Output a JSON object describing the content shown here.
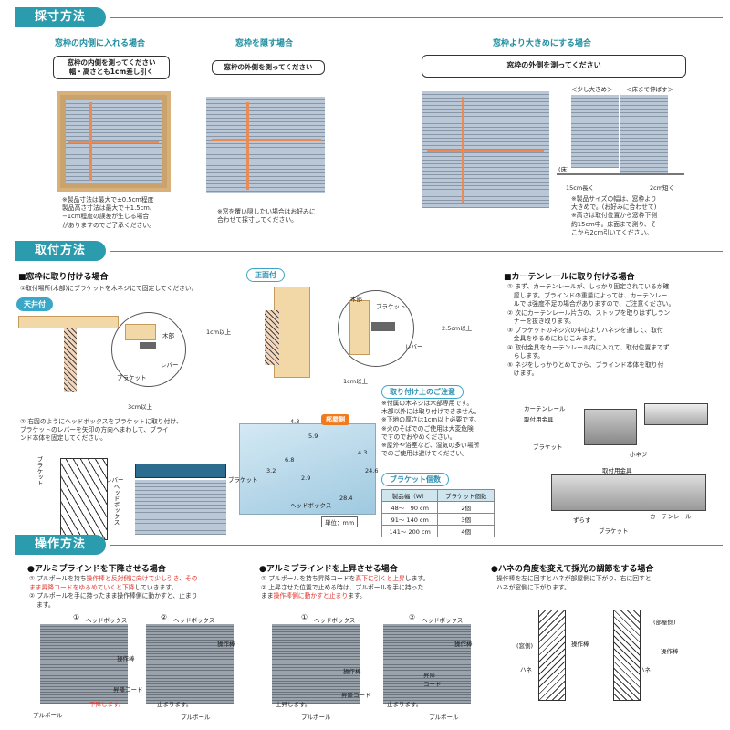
{
  "sections": {
    "measure": "採寸方法",
    "install": "取付方法",
    "operate": "操作方法"
  },
  "measure": {
    "inside": {
      "heading": "窓枠の内側に入れる場合",
      "box_line1": "窓枠の内側を測ってください",
      "box_line2": "幅・高さとも1cm差し引く",
      "note": "※製品寸法は最大で±0.5cm程度\n製品高さ寸法は最大で＋1.5cm、\n−1cm程度の誤差が生じる場合\nがありますのでご了承ください。"
    },
    "hide": {
      "heading": "窓枠を隠す場合",
      "box_line1": "窓枠の外側を測ってください",
      "note": "※窓を覆い隠したい場合はお好みに\n合わせて採寸してください。"
    },
    "larger": {
      "heading": "窓枠より大きめにする場合",
      "box_line1": "窓枠の外側を測ってください",
      "label_slightly": "＜少し大きめ＞",
      "label_floor": "＜床まで伸ばす＞",
      "label_15cm": "15cm長く",
      "label_2cm": "2cm短く",
      "label_floor_paren": "(床)",
      "note": "※製品サイズの幅は、窓枠より\n大きめで。(お好みに合わせて)\n※高さは取付位置から窓枠下側\n約15cm中。床面まで測り、そ\nこから2cm引いてください。"
    }
  },
  "install": {
    "window_frame": {
      "heading": "■窓枠に取り付ける場合",
      "step1": "①取付場所(木部)にブラケットを木ネジにて固定してください。",
      "ceiling_tag": "天井付",
      "front_tag": "正面付",
      "wood": "木部",
      "bracket": "ブラケット",
      "lever": "レバー",
      "dim_1cm_more": "1cm以上",
      "dim_3cm_more": "3cm以上",
      "dim_25cm_more": "2.5cm以上",
      "step2": "② 右図のようにヘッドボックスをブラケットに取り付け、\nブラケットのレバーを矢印の方向へまわして、ブライ\nンド本体を固定してください。",
      "bracket_v": "ブラケット",
      "headbox_v": "ヘッドボックス",
      "lever2": "レバー"
    },
    "caution": {
      "tag": "取り付け上のご注意",
      "text": "※付属の木ネジは木部専用です。\n木部以外には取り付けできません。\n※下地の厚さは1cm以上必要です。\n※火のそばでのご使用は大変危険\nですのでおやめください。\n※屋外や浴室など、湿気の多い場所\nでのご使用は避けてください。"
    },
    "room_side": "部屋側",
    "bracket_count": {
      "tag": "ブラケット個数",
      "header_width": "製品幅（W）",
      "header_count": "ブラケット個数",
      "rows": [
        {
          "w": "48〜　90 cm",
          "n": "2個"
        },
        {
          "w": "91〜 140 cm",
          "n": "3個"
        },
        {
          "w": "141〜 200 cm",
          "n": "4個"
        }
      ]
    },
    "unit": "単位：mm",
    "headbox": "ヘッドボックス",
    "bracket_lbl": "ブラケット",
    "dims": [
      "4.3",
      "5.9",
      "4.3",
      "3.2",
      "2.9",
      "28.4",
      "24.6",
      "6.8"
    ],
    "curtain_rail": {
      "heading": "■カーテンレールに取り付ける場合",
      "steps": [
        "① まず、カーテンレールが、しっかり固定されているか確",
        "　認します。ブラインドの重量によっては、カーテンレー",
        "　ルでは強度不足の場合がありますので、ご注意ください。",
        "② 次にカーテンレール片方の、ストップを取りはずしラン",
        "　ナーを抜き取ります。",
        "③ ブラケットのネジ穴の中心よりハネジを通して、取付",
        "　金具をゆるめにねじこみます。",
        "④ 取付金具をカーテンレール内に入れて、取付位置までず",
        "　らします。",
        "⑤ ネジをしっかりとめてから、ブラインド本体を取り付",
        "　けます。"
      ],
      "rail": "カーテンレール",
      "fitting": "取付用金具",
      "bracket": "ブラケット",
      "screw": "小ネジ",
      "fitting2": "取付用金具",
      "slide": "ずらす",
      "bracket2": "ブラケット",
      "rail2": "カーテンレール"
    }
  },
  "operate": {
    "lower": {
      "heading": "●アルミブラインドを下降させる場合",
      "step1_a": "① プルポールを持ち",
      "step1_red": "操作棒と反対側に向けて少し引き、その",
      "step1_red2": "まま昇降コードをゆるめていくと下降",
      "step1_b": "していきます。",
      "step2": "② プルポールを手に持ったまま操作棒側に動かすと、止まり",
      "step2b": "ます。",
      "n1": "①",
      "n2": "②",
      "headbox": "ヘッドボックス",
      "rod": "操作棒",
      "cord": "昇降コード",
      "pull": "プルポール",
      "down": "下降します。",
      "stop": "止まります。",
      "pull2": "プルポール"
    },
    "raise": {
      "heading": "●アルミブラインドを上昇させる場合",
      "step1_a": "① プルポールを持ち昇降コードを",
      "step1_red": "真下に引くと上昇",
      "step1_b": "します。",
      "step2_a": "② 上昇させた位置で止める時は、プルポールを手に持った",
      "step2_b": "まま",
      "step2_red": "操作棒側に動かすと止まり",
      "step2_c": "ます。",
      "n1": "①",
      "n2": "②",
      "headbox": "ヘッドボックス",
      "rod": "操作棒",
      "cord": "昇降コード",
      "up": "上昇します。",
      "stop": "止まります。",
      "pull": "プルポール",
      "pull2": "プルポール",
      "cord2": "昇降\nコード",
      "rod2": "操作棒"
    },
    "angle": {
      "heading": "●ハネの角度を変えて採光の調節をする場合",
      "text1": "操作棒を左に回すとハネが部屋側に下がり、右に回すと",
      "text2": "ハネが窓側に下がります。",
      "window_side": "(窓側)",
      "room_side": "(部屋側)",
      "rod": "操作棒",
      "rod2": "操作棒",
      "slat": "ハネ",
      "slat2": "ハネ"
    }
  }
}
